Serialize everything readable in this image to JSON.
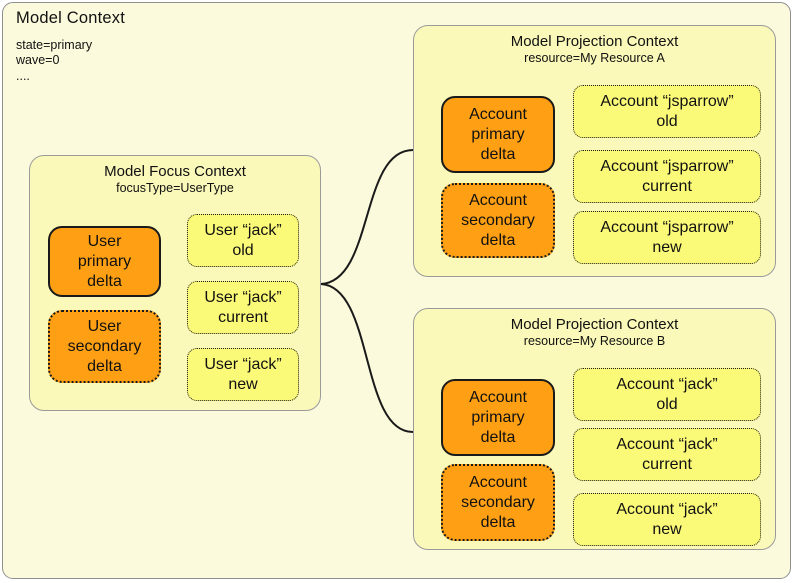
{
  "colors": {
    "outer_background": "#FCFADC",
    "context_background": "#FAF9B9",
    "entity_background": "#FBFA78",
    "delta_background": "#FFA014",
    "context_border": "#9A9A9A",
    "node_border": "#1A1A1A",
    "connector": "#1A1A1A"
  },
  "outer": {
    "title": "Model Context",
    "properties": [
      "state=primary",
      "wave=0",
      "...."
    ]
  },
  "focus_context": {
    "title": "Model Focus Context",
    "subtitle": "focusType=UserType",
    "deltas": [
      {
        "lines": [
          "User",
          "primary",
          "delta"
        ],
        "border_style": "solid"
      },
      {
        "lines": [
          "User",
          "secondary",
          "delta"
        ],
        "border_style": "dotted"
      }
    ],
    "entities": [
      {
        "lines": [
          "User “jack”",
          "old"
        ]
      },
      {
        "lines": [
          "User “jack”",
          "current"
        ]
      },
      {
        "lines": [
          "User “jack”",
          "new"
        ]
      }
    ]
  },
  "projection_contexts": [
    {
      "title": "Model Projection Context",
      "subtitle": "resource=My Resource A",
      "deltas": [
        {
          "lines": [
            "Account",
            "primary",
            "delta"
          ],
          "border_style": "solid"
        },
        {
          "lines": [
            "Account",
            "secondary",
            "delta"
          ],
          "border_style": "dotted"
        }
      ],
      "entities": [
        {
          "lines": [
            "Account “jsparrow”",
            "old"
          ]
        },
        {
          "lines": [
            "Account “jsparrow”",
            "current"
          ]
        },
        {
          "lines": [
            "Account “jsparrow”",
            "new"
          ]
        }
      ]
    },
    {
      "title": "Model Projection Context",
      "subtitle": "resource=My Resource B",
      "deltas": [
        {
          "lines": [
            "Account",
            "primary",
            "delta"
          ],
          "border_style": "solid"
        },
        {
          "lines": [
            "Account",
            "secondary",
            "delta"
          ],
          "border_style": "dotted"
        }
      ],
      "entities": [
        {
          "lines": [
            "Account “jack”",
            "old"
          ]
        },
        {
          "lines": [
            "Account “jack”",
            "current"
          ]
        },
        {
          "lines": [
            "Account “jack”",
            "new"
          ]
        }
      ]
    }
  ]
}
